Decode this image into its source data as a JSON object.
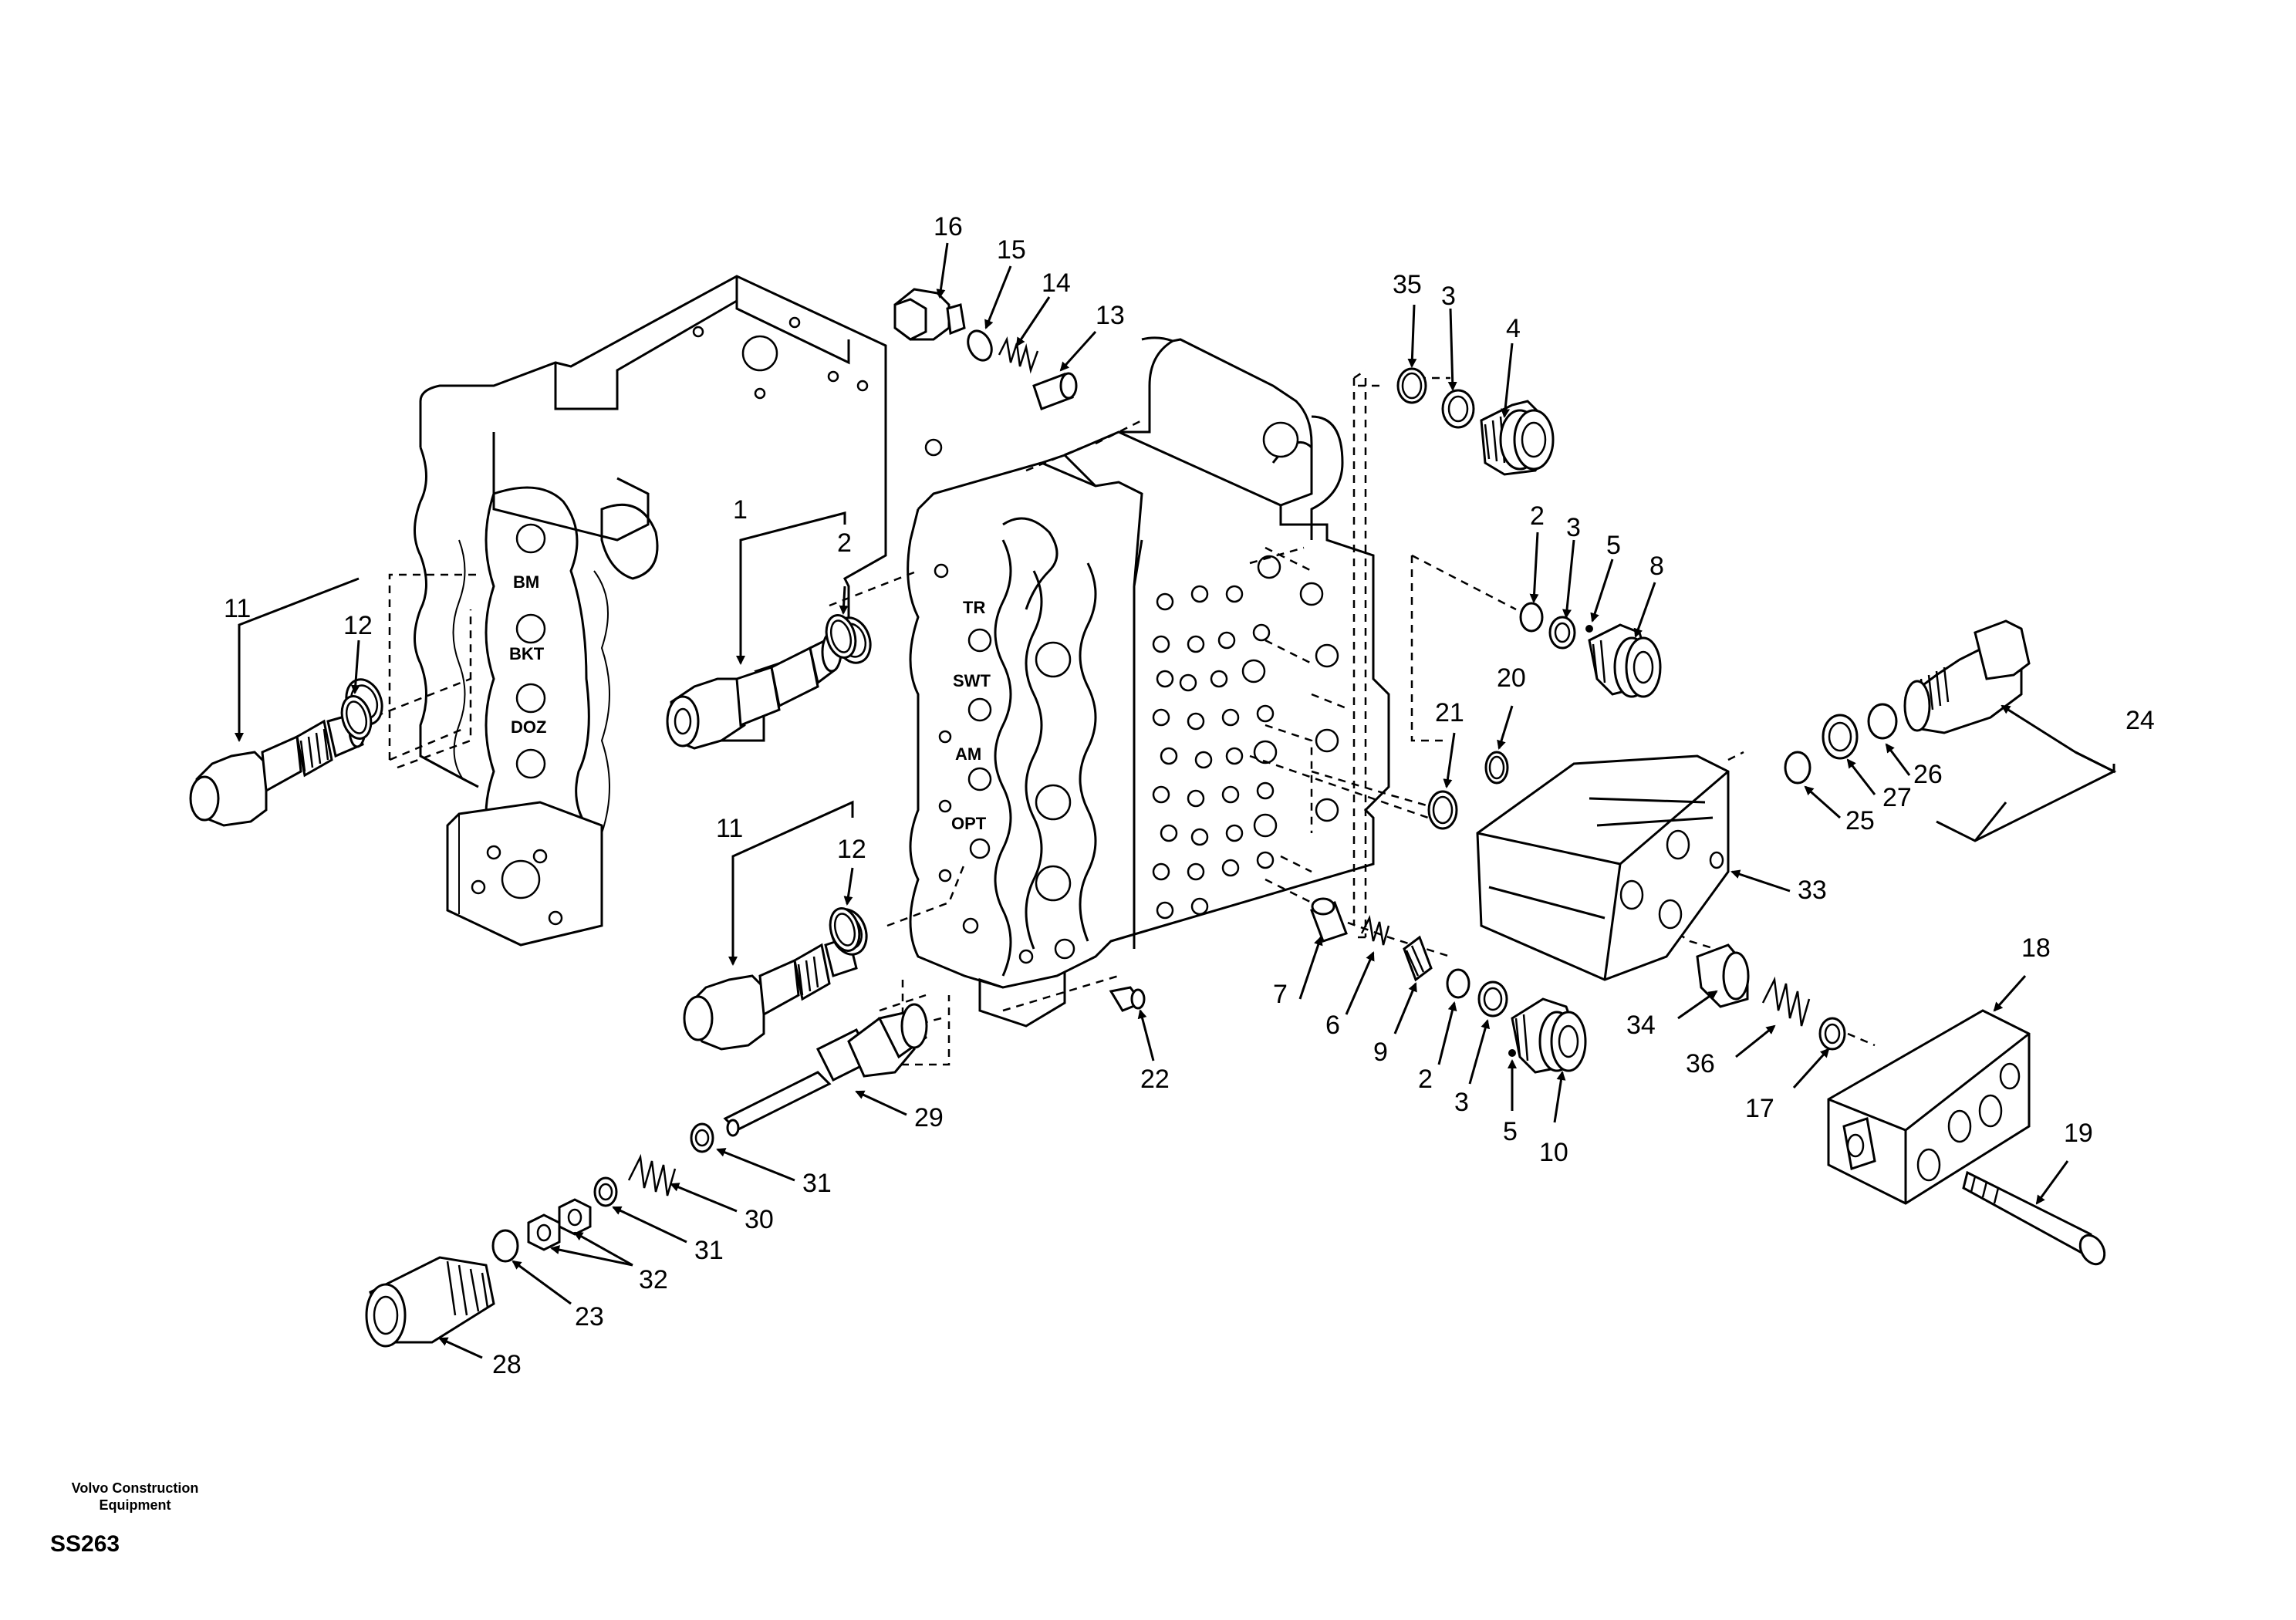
{
  "diagram": {
    "valve_labels": {
      "bm": "BM",
      "bkt": "BKT",
      "doz": "DOZ",
      "tr": "TR",
      "swt": "SWT",
      "am": "AM",
      "opt": "OPT"
    },
    "callouts": {
      "c1": "1",
      "c2a": "2",
      "c2b": "2",
      "c2c": "2",
      "c3a": "3",
      "c3b": "3",
      "c3c": "3",
      "c4": "4",
      "c5a": "5",
      "c5b": "5",
      "c6": "6",
      "c7": "7",
      "c8": "8",
      "c9": "9",
      "c10": "10",
      "c11a": "11",
      "c11b": "11",
      "c12a": "12",
      "c12b": "12",
      "c13": "13",
      "c14": "14",
      "c15": "15",
      "c16": "16",
      "c17": "17",
      "c18": "18",
      "c19": "19",
      "c20": "20",
      "c21": "21",
      "c22": "22",
      "c23": "23",
      "c24": "24",
      "c25": "25",
      "c26": "26",
      "c27": "27",
      "c28": "28",
      "c29": "29",
      "c30": "30",
      "c31a": "31",
      "c31b": "31",
      "c32": "32",
      "c33": "33",
      "c34": "34",
      "c35": "35",
      "c36": "36"
    }
  },
  "footer": {
    "brand_line1": "Volvo Construction",
    "brand_line2": "Equipment",
    "code": "SS263"
  }
}
